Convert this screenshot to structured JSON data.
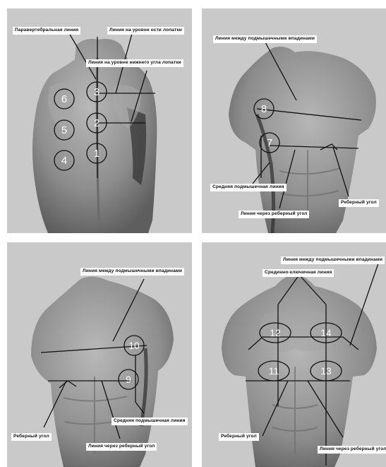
{
  "panels": [
    {
      "labels": {
        "paravertebral": "Паравертебральная линия",
        "spine_level": "Линия на уровне ости лопатки",
        "lower_angle": "Линия на уровне нижнего угла лопатки"
      },
      "zones": [
        "1",
        "2",
        "3",
        "4",
        "5",
        "6"
      ]
    },
    {
      "labels": {
        "between_armpits": "Линия между подмышечными впадинами",
        "mid_axillary": "Средняя подмышечная линия",
        "costal_angle": "Реберный угол",
        "through_costal_angle": "Линия через реберный угол"
      },
      "zones": [
        "7",
        "8"
      ]
    },
    {
      "labels": {
        "between_armpits": "Линия между подмышечными впадинами",
        "mid_axillary": "Средняя подмышечная линия",
        "costal_angle": "Реберный угол",
        "through_costal_angle": "Линия через реберный угол"
      },
      "zones": [
        "9",
        "10"
      ]
    },
    {
      "labels": {
        "between_armpits": "Линия между подмышечными впадинами",
        "midclavicular": "Срединно-ключичная линия",
        "costal_angle": "Реберный угол",
        "through_costal_angle": "Линия через реберный угол"
      },
      "zones": [
        "11",
        "12",
        "13",
        "14"
      ]
    }
  ]
}
